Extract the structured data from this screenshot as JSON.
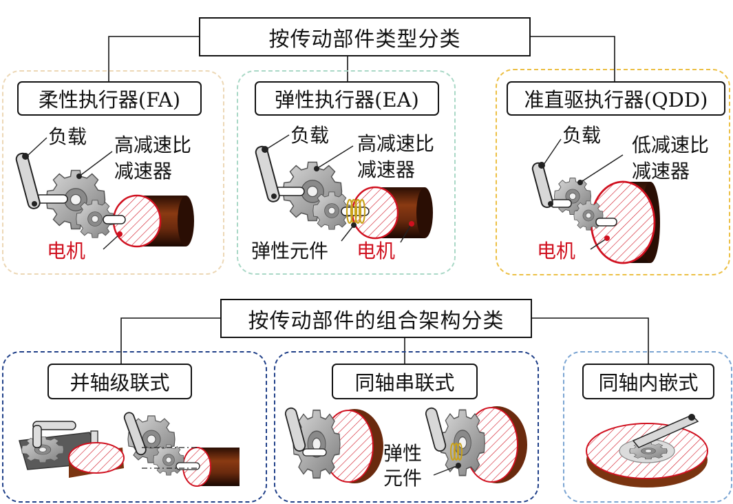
{
  "groups": {
    "by_type": {
      "title": "按传动部件类型分类",
      "panels": {
        "fa": {
          "title": "柔性执行器(FA)",
          "load": "负载",
          "reducer_line1": "高减速比",
          "reducer_line2": "减速器",
          "motor": "电机"
        },
        "ea": {
          "title": "弹性执行器(EA)",
          "load": "负载",
          "reducer_line1": "高减速比",
          "reducer_line2": "减速器",
          "elastic": "弹性元件",
          "motor": "电机"
        },
        "qdd": {
          "title": "准直驱执行器(QDD)",
          "load": "负载",
          "reducer_line1": "低减速比",
          "reducer_line2": "减速器",
          "motor": "电机"
        }
      }
    },
    "by_architecture": {
      "title": "按传动部件的组合架构分类",
      "panels": {
        "parallel": {
          "title": "并轴级联式"
        },
        "serial": {
          "title": "同轴串联式",
          "elastic_line1": "弹性",
          "elastic_line2": "元件"
        },
        "embedded": {
          "title": "同轴内嵌式"
        }
      }
    }
  },
  "colors": {
    "motor_label": "#d0101f",
    "panel_fa": "#ecd7b5",
    "panel_ea": "#a9d8c6",
    "panel_qdd": "#ecbf43",
    "panel_bottom": "#1f3f88",
    "panel_embedded": "#7aa4d2",
    "motor_body": "#6a2a0e",
    "motor_face": "#d0101f",
    "gear": "#9a9a9a",
    "spring": "#c9a21a"
  }
}
